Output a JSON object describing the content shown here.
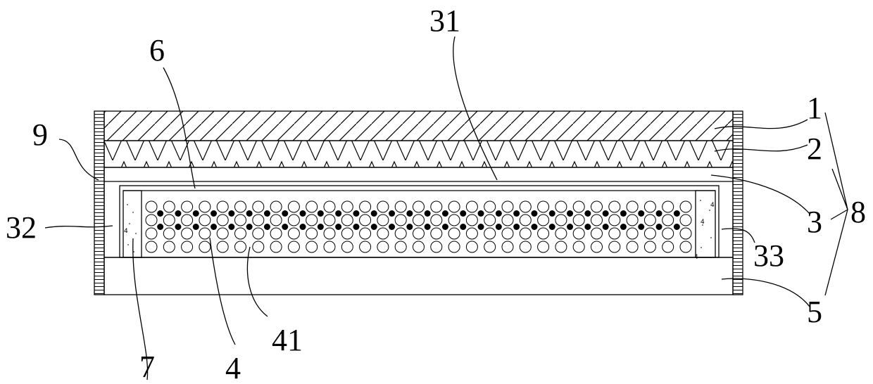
{
  "figure": {
    "labels": {
      "l1": "1",
      "l2": "2",
      "l3": "3",
      "l31": "31",
      "l32": "32",
      "l33": "33",
      "l4": "4",
      "l41": "41",
      "l5": "5",
      "l6": "6",
      "l7": "7",
      "l8": "8",
      "l9": "9"
    }
  },
  "particles": {
    "rows": 4,
    "columns": 31,
    "pattern": "alternating hollow and filled circles"
  },
  "colors": {
    "line": "#000000",
    "background": "#ffffff",
    "particle_fill": "#000000"
  }
}
